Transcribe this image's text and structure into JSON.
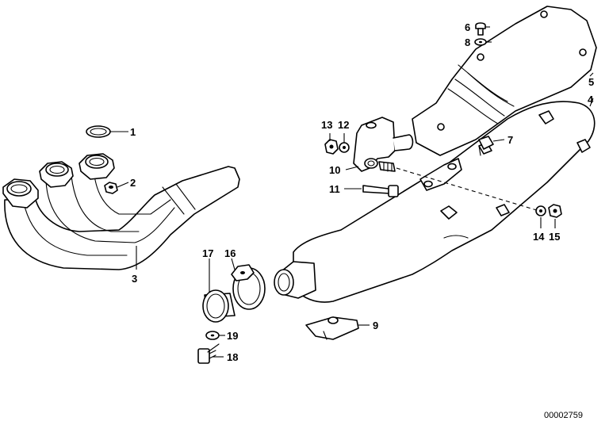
{
  "diagram": {
    "callouts": {
      "c1": "1",
      "c2": "2",
      "c3": "3",
      "c4": "4",
      "c5": "5",
      "c6": "6",
      "c7": "7",
      "c8": "8",
      "c9": "9",
      "c10": "10",
      "c11": "11",
      "c12": "12",
      "c13": "13",
      "c14": "14",
      "c15": "15",
      "c16": "16",
      "c17": "17",
      "c18": "18",
      "c19": "19"
    },
    "document_number": "00002759"
  }
}
